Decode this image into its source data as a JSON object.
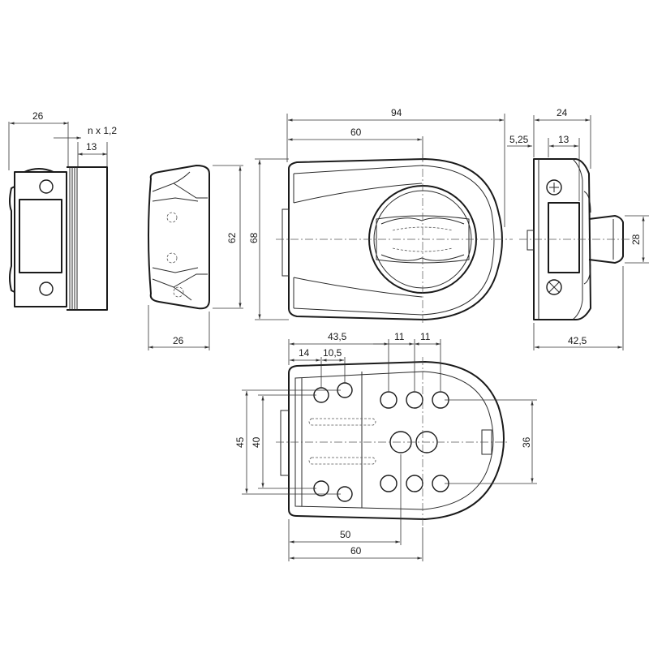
{
  "views": {
    "strike_plate": {
      "width_dim": "26",
      "thickness_label": "n x  1,2",
      "depth_dim": "13"
    },
    "side_view": {
      "width_dim": "26",
      "height_dim": "62"
    },
    "front_view": {
      "overall_width_dim": "94",
      "inner_width_dim": "60",
      "height_dim": "68"
    },
    "right_view": {
      "width_dim": "24",
      "offset_dim": "5,25",
      "cylinder_offset_dim": "13",
      "knob_height_dim": "28",
      "overall_depth_dim": "42,5"
    },
    "back_view": {
      "hole_spacing_large_dim": "43,5",
      "hole_pitch_1_dim": "11",
      "hole_pitch_2_dim": "11",
      "offset_14_dim": "14",
      "offset_105_dim": "10,5",
      "outer_height_dim": "45",
      "inner_height_dim": "40",
      "right_height_dim": "36",
      "bottom_inner_dim": "50",
      "bottom_outer_dim": "60"
    }
  },
  "arrowhead": "&#9656;"
}
